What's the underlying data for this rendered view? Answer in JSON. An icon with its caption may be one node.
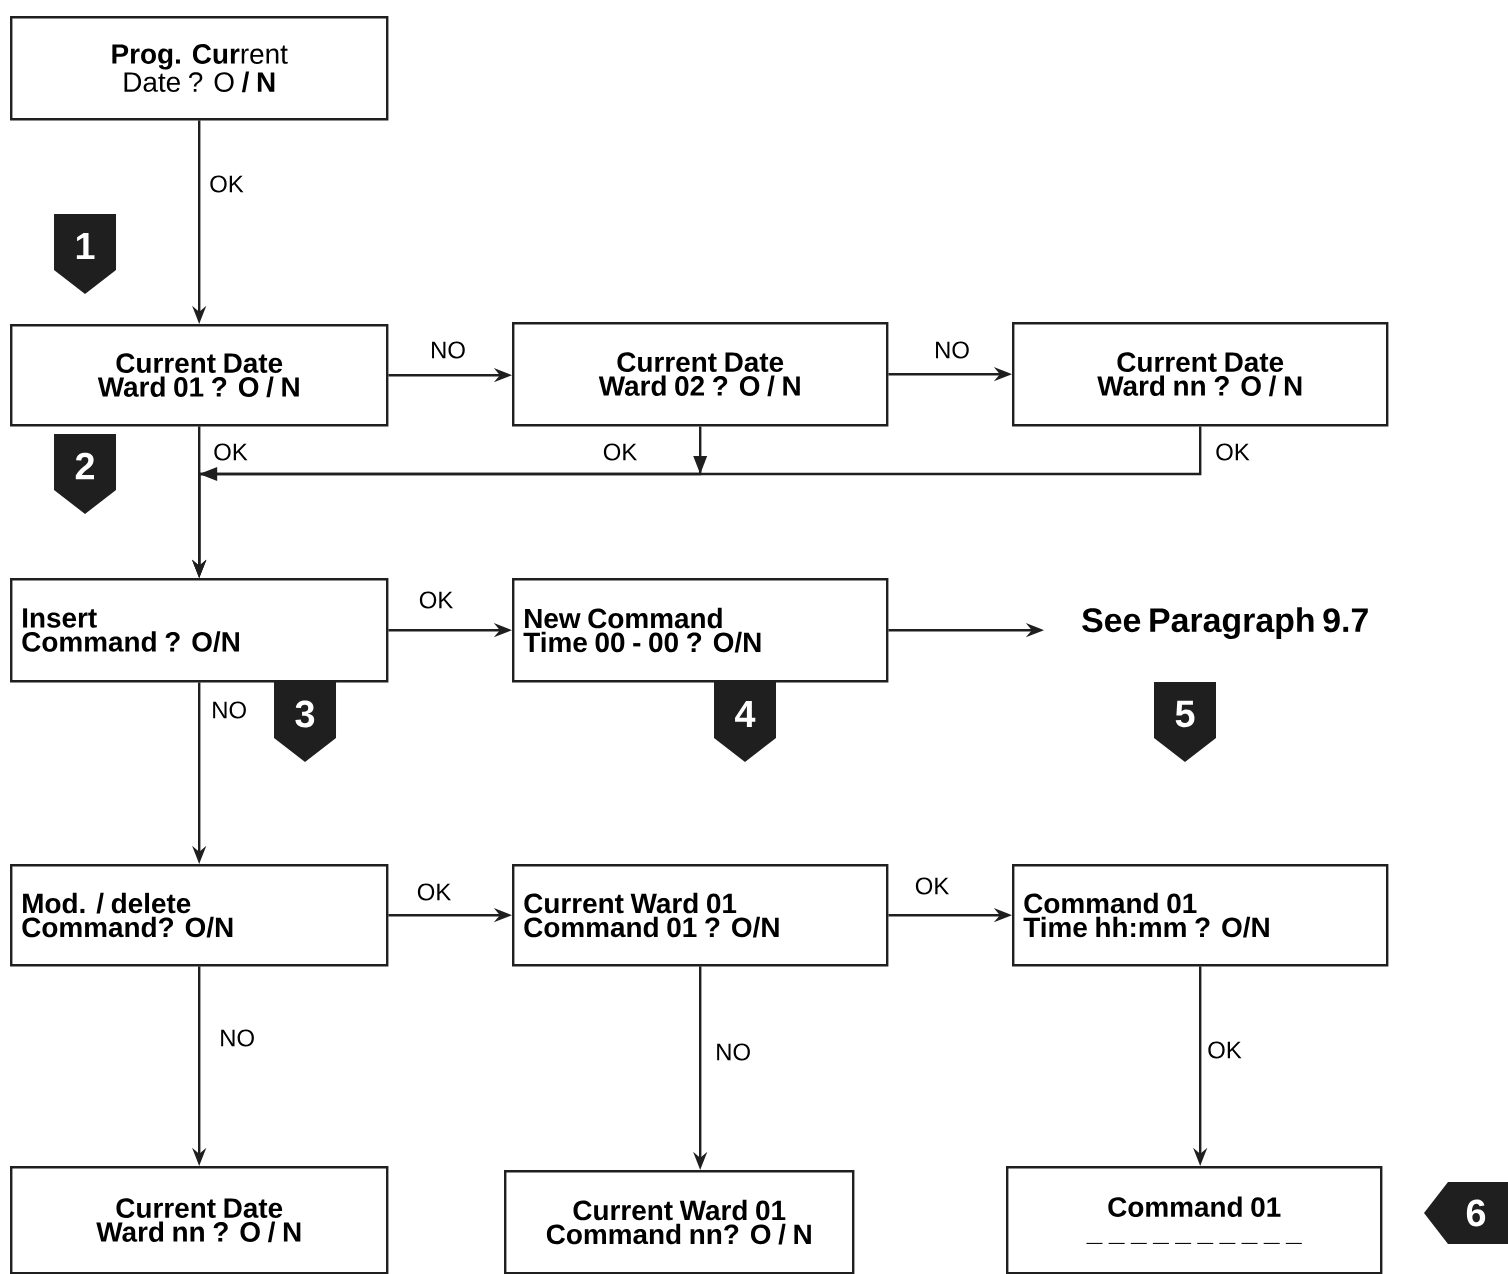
{
  "diagram": {
    "nodes": [
      {
        "text": [
          "**Prog. Cur**rent",
          "Date ? O **/ N**"
        ]
      },
      {
        "text": [
          "Current Date",
          "Ward 01 ?  O / N"
        ]
      },
      {
        "text": [
          "Current Date",
          "Ward 02 ?  O / N"
        ]
      },
      {
        "text": [
          "Current Date",
          "Ward nn ?  O / N"
        ]
      },
      {
        "text": [
          "Insert",
          "Command ? O/N"
        ]
      },
      {
        "text": [
          "New Command",
          "Time 00 - 00 ? O/N"
        ]
      },
      {
        "text": [
          "See Paragraph 9.7"
        ]
      },
      {
        "text": [
          "Mod. / delete",
          "Command? O/N"
        ]
      },
      {
        "text": [
          "Current Ward 01",
          "Command 01 ? O/N"
        ]
      },
      {
        "text": [
          "Command 01",
          "Time hh:mm ? O/N"
        ]
      },
      {
        "text": [
          "Current Date",
          "Ward nn ? O / N"
        ]
      },
      {
        "text": [
          "Current Ward 01",
          "Command nn? O / N"
        ]
      },
      {
        "text": [
          "Command 01",
          "_ _ _ _ _ _ _ _ _ _"
        ]
      }
    ],
    "edges": [
      {
        "from": 0,
        "to": 1,
        "arrow": "to",
        "label": "OK"
      },
      {
        "from": 1,
        "to": 2,
        "arrow": "to",
        "label": "NO"
      },
      {
        "from": 2,
        "to": 3,
        "arrow": "to",
        "label": "NO"
      },
      {
        "from": 1,
        "to": 4,
        "arrow": "to",
        "label": "OK"
      },
      {
        "from": 2,
        "to": 4,
        "arrow": "to",
        "label": "OK"
      },
      {
        "from": 3,
        "to": 4,
        "arrow": "to",
        "label": "OK"
      },
      {
        "from": 4,
        "to": 5,
        "arrow": "to",
        "label": "OK"
      },
      {
        "from": 5,
        "to": 6,
        "arrow": "to"
      },
      {
        "from": 4,
        "to": 7,
        "arrow": "to",
        "label": "NO"
      },
      {
        "from": 7,
        "to": 8,
        "arrow": "to",
        "label": "OK"
      },
      {
        "from": 8,
        "to": 9,
        "arrow": "to",
        "label": "OK"
      },
      {
        "from": 7,
        "to": 10,
        "arrow": "to",
        "label": "NO"
      },
      {
        "from": 8,
        "to": 11,
        "arrow": "to",
        "label": "NO"
      },
      {
        "from": 9,
        "to": 12,
        "arrow": "to",
        "label": "OK"
      }
    ],
    "labels": [
      "1",
      "2",
      "3",
      "4",
      "5",
      "6"
    ]
  }
}
